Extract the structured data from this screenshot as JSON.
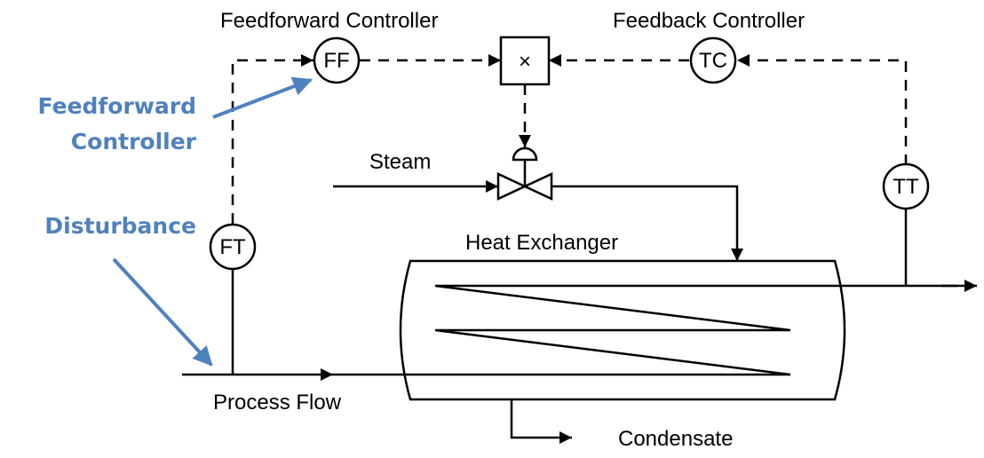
{
  "labels": {
    "feedforward_controller": "Feedforward Controller",
    "feedback_controller": "Feedback Controller",
    "steam": "Steam",
    "heat_exchanger": "Heat Exchanger",
    "process_flow": "Process Flow",
    "condensate": "Condensate"
  },
  "instruments": {
    "ff": "FF",
    "tc": "TC",
    "tt": "TT",
    "ft": "FT",
    "multiplier": "×"
  },
  "annotations": {
    "feedforward_line1": "Feedforward",
    "feedforward_line2": "Controller",
    "disturbance": "Disturbance"
  },
  "colors": {
    "annotation_blue": "#4f81bd",
    "line": "#000000"
  }
}
